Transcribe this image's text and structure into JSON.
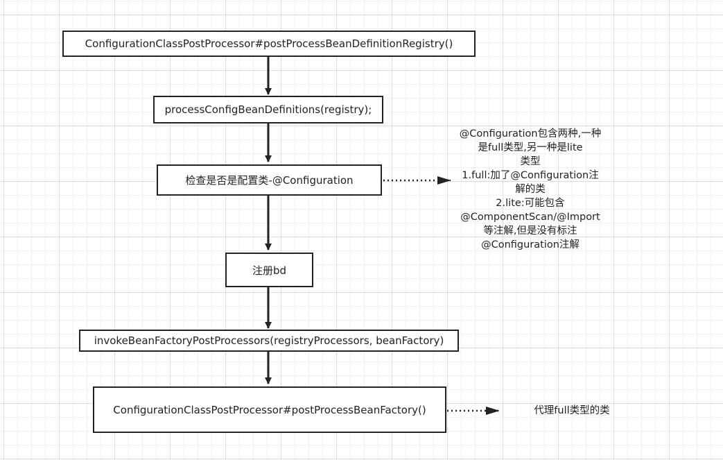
{
  "nodes": {
    "registry_method": "ConfigurationClassPostProcessor#postProcessBeanDefinitionRegistry()",
    "process_defs": "processConfigBeanDefinitions(registry);",
    "check_config": "检查是否是配置类-@Configuration",
    "register_bd": "注册bd",
    "invoke_factory": "invokeBeanFactoryPostProcessors(registryProcessors, beanFactory)",
    "factory_method": "ConfigurationClassPostProcessor#postProcessBeanFactory()"
  },
  "notes": {
    "config_types": [
      "@Configuration包含两种,一种",
      "是full类型,另一种是lite",
      "类型",
      "1.full:加了@Configuration注",
      "解的类",
      "2.lite:可能包含",
      "@ComponentScan/@Import",
      "等注解,但是没有标注",
      "@Configuration注解"
    ],
    "proxy_full": "代理full类型的类"
  },
  "colors": {
    "stroke": "#222222",
    "box_fill": "#ffffff",
    "grid": "#dcdcdc"
  }
}
